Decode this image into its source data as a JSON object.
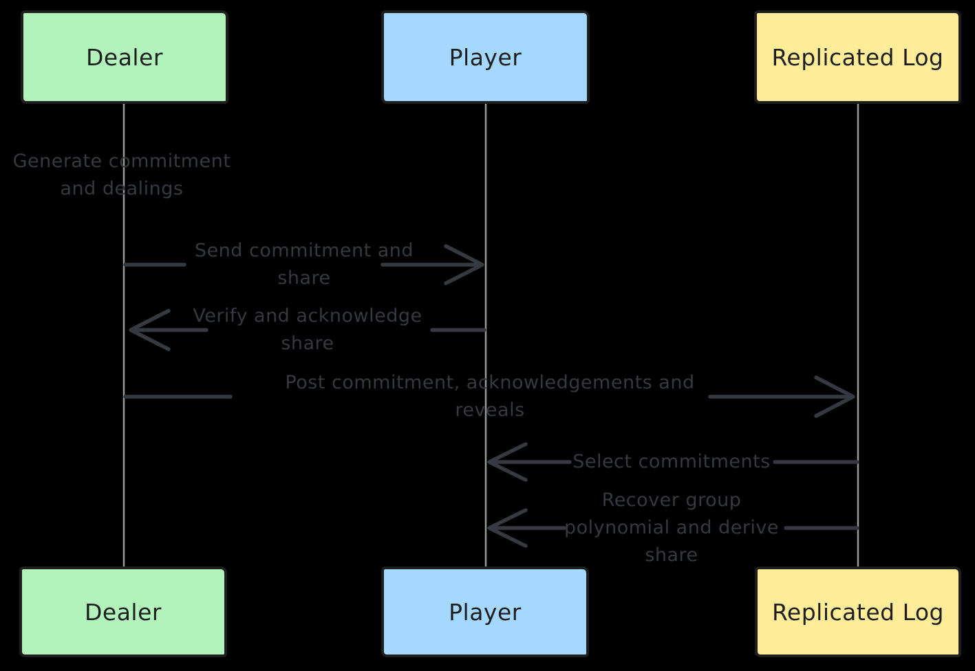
{
  "diagram": {
    "type": "sequence-diagram",
    "background": "#000000",
    "colors": {
      "actor_border": "#1e1e1e",
      "actor_text": "#1e1e1e",
      "lifeline": "#9a9a9a",
      "arrow": "#343a40",
      "message_text": "#343a40",
      "dealer_fill": "#b2f2bb",
      "player_fill": "#a5d8ff",
      "replicated_log_fill": "#ffec99"
    },
    "actors": [
      {
        "id": "dealer",
        "label": "Dealer",
        "fill": "#b2f2bb"
      },
      {
        "id": "player",
        "label": "Player",
        "fill": "#a5d8ff"
      },
      {
        "id": "replicated-log",
        "label": "Replicated Log",
        "fill": "#ffec99"
      }
    ],
    "messages": [
      {
        "from": "Dealer",
        "to": "Dealer",
        "direction": "none",
        "text": "Generate commitment and dealings",
        "display": "Generate commitment\nand dealings"
      },
      {
        "from": "Dealer",
        "to": "Player",
        "direction": "right",
        "text": "Send commitment and share",
        "display": "Send commitment and\nshare"
      },
      {
        "from": "Player",
        "to": "Dealer",
        "direction": "left",
        "text": "Verify and acknowledge share",
        "display": "Verify and acknowledge\nshare"
      },
      {
        "from": "Dealer",
        "to": "Replicated Log",
        "direction": "right",
        "text": "Post commitment, acknowledgements and reveals",
        "display": "Post commitment, acknowledgements and\nreveals"
      },
      {
        "from": "Replicated Log",
        "to": "Player",
        "direction": "left",
        "text": "Select commitments",
        "display": "Select commitments"
      },
      {
        "from": "Replicated Log",
        "to": "Player",
        "direction": "left",
        "text": "Recover group polynomial and derive share",
        "display": "Recover group\npolynomial and derive\nshare"
      }
    ]
  }
}
